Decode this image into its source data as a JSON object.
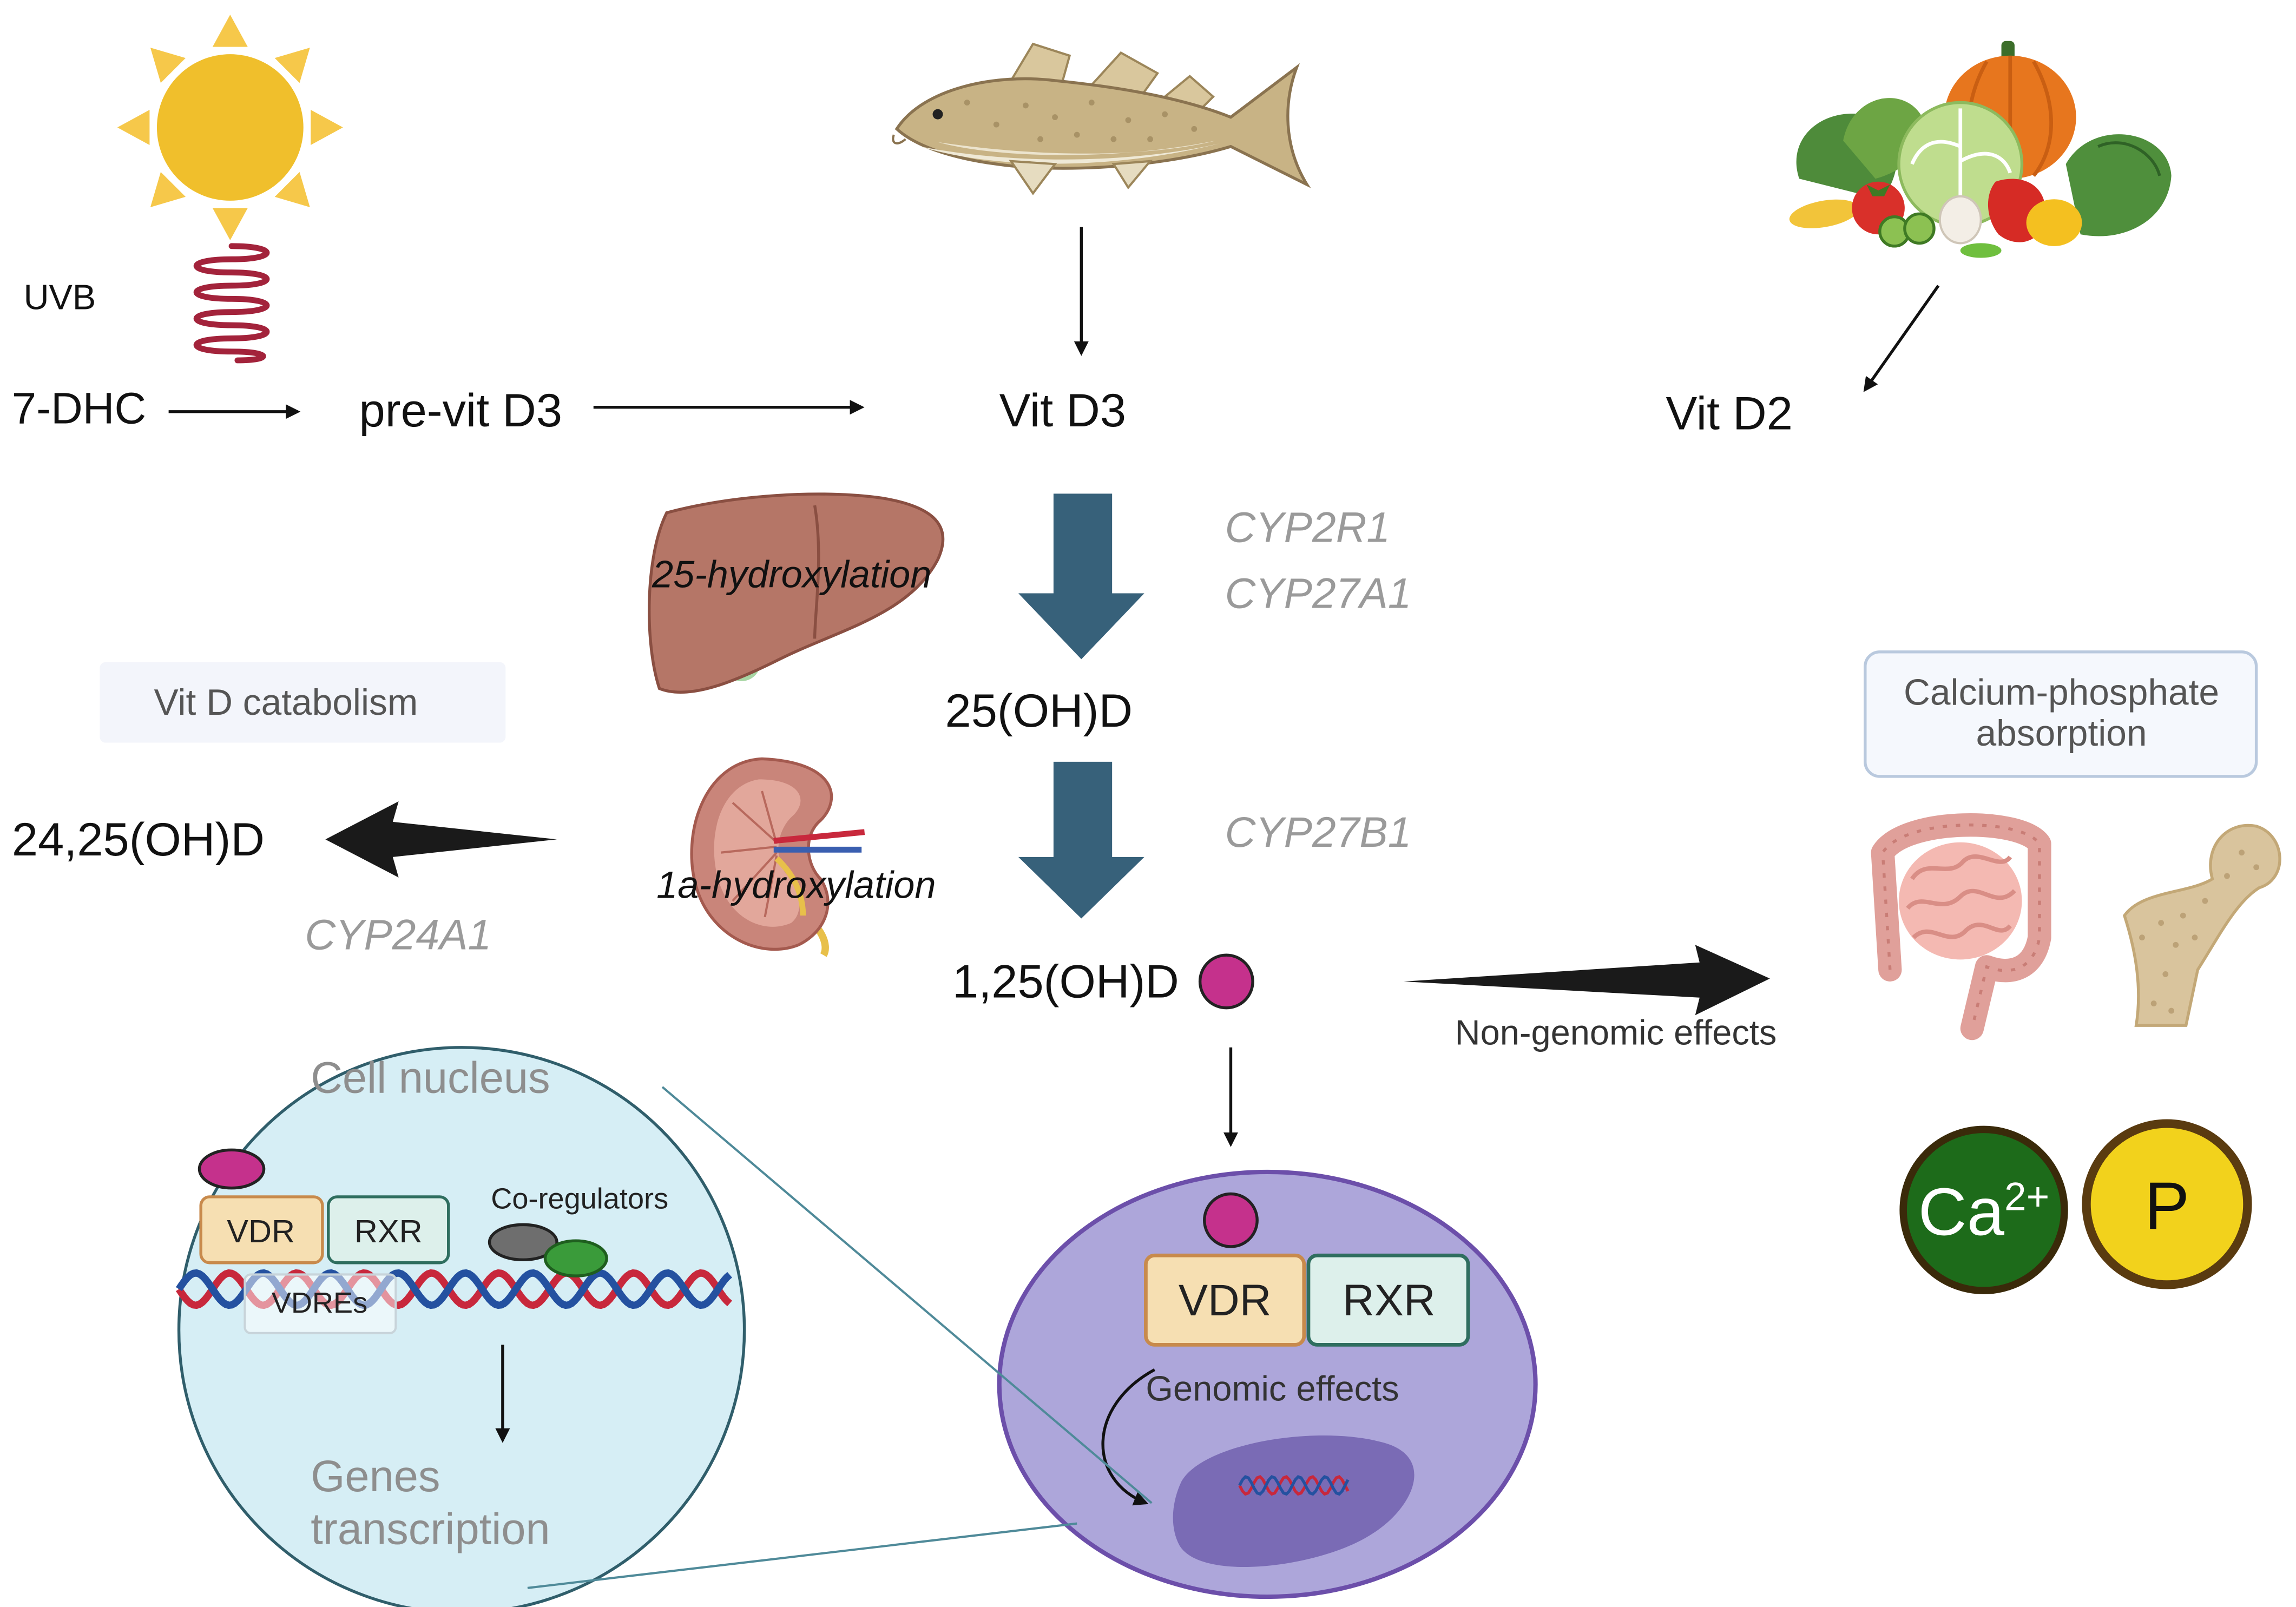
{
  "sources": {
    "uvb": "UVB",
    "precursor": "7-DHC",
    "pre_vitamin": "pre-vit D3",
    "vit_d3": "Vit D3",
    "vit_d2": "Vit D2"
  },
  "metabolism": {
    "liver_step": "25-hydroxylation",
    "liver_enzymes": [
      "CYP2R1",
      "CYP27A1"
    ],
    "product_25": "25(OH)D",
    "kidney_step": "1a-hydroxylation",
    "kidney_enzyme": "CYP27B1",
    "product_125": "1,25(OH)D",
    "catabolism_label": "Vit D catabolism",
    "catabolite": "24,25(OH)D",
    "catabolism_enzyme": "CYP24A1"
  },
  "effects": {
    "non_genomic": "Non-genomic effects",
    "absorption": [
      "Calcium-phosphate",
      "absorption"
    ],
    "calcium": "Ca",
    "calcium_charge": "2+",
    "phosphate": "P"
  },
  "cell": {
    "vdr": "VDR",
    "rxr": "RXR",
    "genomic": "Genomic effects"
  },
  "nucleus_zoom": {
    "title": "Cell nucleus",
    "coregulators": "Co-regulators",
    "vdr": "VDR",
    "rxr": "RXR",
    "vdres": "VDREs",
    "outcome": [
      "Genes",
      "transcription"
    ]
  },
  "colors": {
    "metabolism_arrow": "#37617a",
    "calcitriol": "#c5318c",
    "vdr": "#f6dfb2",
    "rxr": "#ddf0eb",
    "cell": "#ada6da",
    "nucleus_zoom": "#d6eef5",
    "calcium": "#1d6b1a",
    "phosphate": "#f2d21c"
  }
}
